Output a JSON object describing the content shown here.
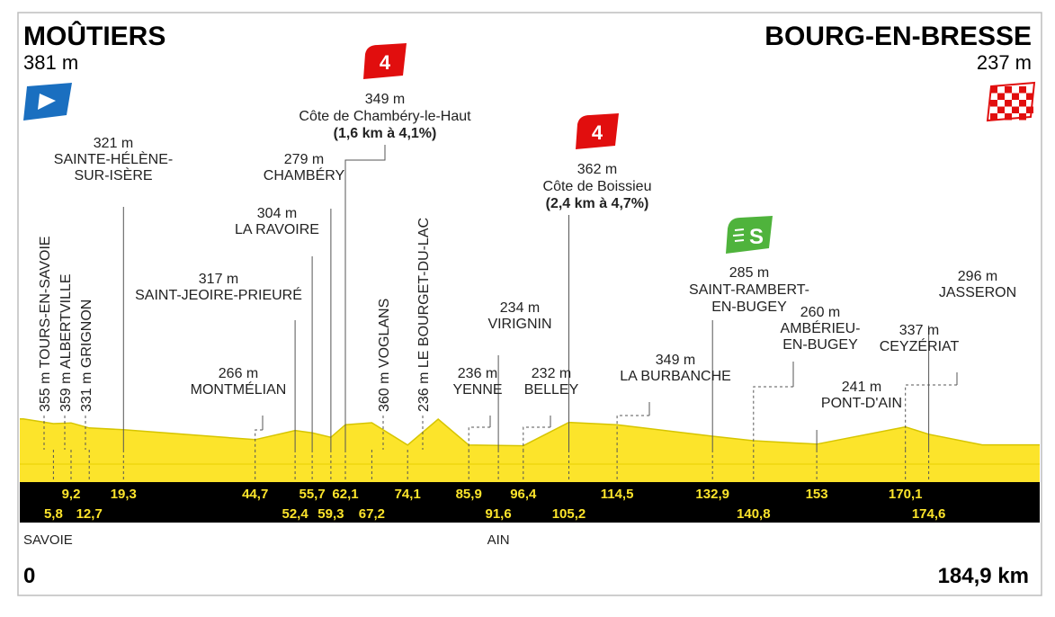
{
  "start": {
    "name": "MOÛTIERS",
    "altitude": "381 m"
  },
  "finish": {
    "name": "BOURG-EN-BRESSE",
    "altitude": "237 m"
  },
  "distance": {
    "start_label": "0",
    "end_label": "184,9 km"
  },
  "regions": [
    {
      "name": "SAVOIE",
      "km": 0
    },
    {
      "name": "AIN",
      "km": 91.6
    }
  ],
  "colors": {
    "profile_yellow": "#fce42b",
    "profile_border": "#d6c500",
    "axis_band": "#000000",
    "axis_text": "#fce42b",
    "climb_red": "#e10e0e",
    "sprint_green": "#4fb33c",
    "start_blue": "#1a6fc0",
    "frame": "#bdbdbd"
  },
  "icons": {
    "start": "start-flag-icon",
    "finish": "checkered-flag-icon",
    "climb": "climb-category-icon",
    "sprint": "sprint-icon"
  },
  "climbs": [
    {
      "category": "4",
      "altitude": "349 m",
      "name": "Côte de Chambéry-le-Haut",
      "detail": "(1,6 km à 4,1%)",
      "km": 62.1
    },
    {
      "category": "4",
      "altitude": "362 m",
      "name": "Côte de Boissieu",
      "detail": "(2,4 km à 4,7%)",
      "km": 105.2
    }
  ],
  "sprint": {
    "label": "S",
    "altitude": "285 m",
    "name": "SAINT-RAMBERT-",
    "name2": "EN-BUGEY",
    "km": 132.9
  },
  "chart_data": {
    "type": "area",
    "xlabel": "",
    "ylabel": "",
    "xlim": [
      0,
      184.9
    ],
    "profile": [
      {
        "x": 0,
        "y": 381
      },
      {
        "x": 5.8,
        "y": 355
      },
      {
        "x": 9.2,
        "y": 359
      },
      {
        "x": 12.7,
        "y": 331
      },
      {
        "x": 19.3,
        "y": 321
      },
      {
        "x": 44.7,
        "y": 266
      },
      {
        "x": 52.4,
        "y": 317
      },
      {
        "x": 55.7,
        "y": 304
      },
      {
        "x": 59.3,
        "y": 279
      },
      {
        "x": 62.1,
        "y": 349
      },
      {
        "x": 67.2,
        "y": 360
      },
      {
        "x": 74.1,
        "y": 236
      },
      {
        "x": 80,
        "y": 380
      },
      {
        "x": 85.9,
        "y": 236
      },
      {
        "x": 91.6,
        "y": 234
      },
      {
        "x": 96.4,
        "y": 232
      },
      {
        "x": 105.2,
        "y": 362
      },
      {
        "x": 114.5,
        "y": 349
      },
      {
        "x": 132.9,
        "y": 285
      },
      {
        "x": 140.8,
        "y": 260
      },
      {
        "x": 153,
        "y": 241
      },
      {
        "x": 170.1,
        "y": 337
      },
      {
        "x": 174.6,
        "y": 296
      },
      {
        "x": 184.9,
        "y": 237
      }
    ],
    "waypoints": [
      {
        "km": 5.8,
        "km_label": "5,8",
        "altitude": "355 m",
        "name": "TOURS-EN-SAVOIE",
        "orientation": "vertical"
      },
      {
        "km": 9.2,
        "km_label": "9,2",
        "altitude": "359 m",
        "name": "ALBERTVILLE",
        "orientation": "vertical"
      },
      {
        "km": 12.7,
        "km_label": "12,7",
        "altitude": "331 m",
        "name": "GRIGNON",
        "orientation": "vertical"
      },
      {
        "km": 19.3,
        "km_label": "19,3",
        "altitude": "321 m",
        "name": "SAINTE-HÉLÈNE-",
        "name2": "SUR-ISÈRE",
        "orientation": "horizontal"
      },
      {
        "km": 44.7,
        "km_label": "44,7",
        "altitude": "266 m",
        "name": "MONTMÉLIAN",
        "orientation": "horizontal"
      },
      {
        "km": 52.4,
        "km_label": "52,4",
        "altitude": "317 m",
        "name": "SAINT-JEOIRE-PRIEURÉ",
        "orientation": "horizontal"
      },
      {
        "km": 55.7,
        "km_label": "55,7",
        "altitude": "304 m",
        "name": "LA RAVOIRE",
        "orientation": "horizontal"
      },
      {
        "km": 59.3,
        "km_label": "59,3",
        "altitude": "279 m",
        "name": "CHAMBÉRY",
        "orientation": "horizontal"
      },
      {
        "km": 62.1,
        "km_label": "62,1",
        "altitude": "",
        "name": "",
        "orientation": "none"
      },
      {
        "km": 67.2,
        "km_label": "67,2",
        "altitude": "360 m",
        "name": "VOGLANS",
        "orientation": "vertical"
      },
      {
        "km": 74.1,
        "km_label": "74,1",
        "altitude": "236 m",
        "name": "LE BOURGET-DU-LAC",
        "orientation": "vertical"
      },
      {
        "km": 85.9,
        "km_label": "85,9",
        "altitude": "236 m",
        "name": "YENNE",
        "orientation": "horizontal"
      },
      {
        "km": 91.6,
        "km_label": "91,6",
        "altitude": "234 m",
        "name": "VIRIGNIN",
        "orientation": "horizontal"
      },
      {
        "km": 96.4,
        "km_label": "96,4",
        "altitude": "232 m",
        "name": "BELLEY",
        "orientation": "horizontal"
      },
      {
        "km": 105.2,
        "km_label": "105,2",
        "altitude": "",
        "name": "",
        "orientation": "none"
      },
      {
        "km": 114.5,
        "km_label": "114,5",
        "altitude": "349 m",
        "name": "LA BURBANCHE",
        "orientation": "horizontal"
      },
      {
        "km": 132.9,
        "km_label": "132,9",
        "altitude": "",
        "name": "",
        "orientation": "none"
      },
      {
        "km": 140.8,
        "km_label": "140,8",
        "altitude": "260 m",
        "name": "AMBÉRIEU-",
        "name2": "EN-BUGEY",
        "orientation": "horizontal"
      },
      {
        "km": 153,
        "km_label": "153",
        "altitude": "241 m",
        "name": "PONT-D'AIN",
        "orientation": "horizontal"
      },
      {
        "km": 170.1,
        "km_label": "170,1",
        "altitude": "337 m",
        "name": "CEYZÉRIAT",
        "orientation": "horizontal"
      },
      {
        "km": 174.6,
        "km_label": "174,6",
        "altitude": "296 m",
        "name": "JASSERON",
        "orientation": "horizontal"
      }
    ]
  }
}
